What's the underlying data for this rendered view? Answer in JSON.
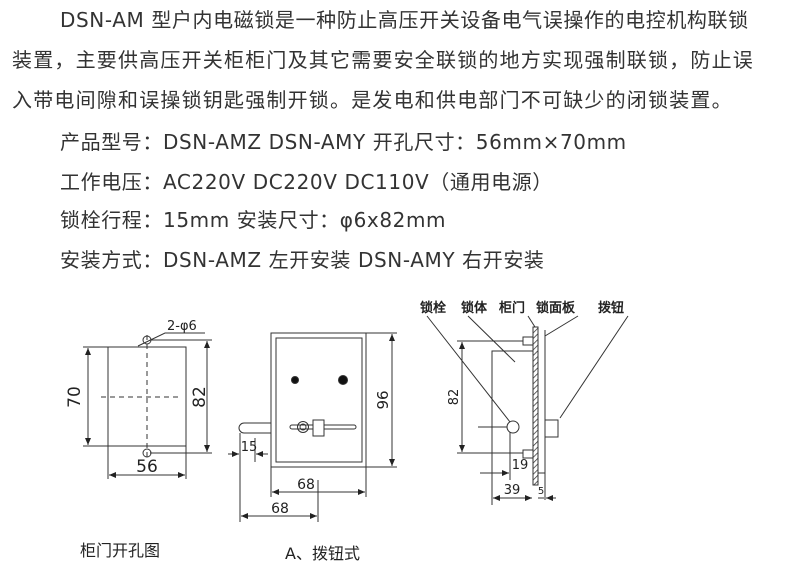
{
  "intro": {
    "lines": [
      "DSN-AM 型户内电磁锁是一种防止高压开关设备电气误操作的电控机构联锁",
      "装置，主要供高压开关柜柜门及其它需要安全联锁的地方实现强制联锁，防止误",
      "入带电间隙和误操锁钥匙强制开锁。是发电和供电部门不可缺少的闭锁装置。"
    ]
  },
  "specs": [
    "产品型号：DSN-AMZ DSN-AMY 开孔尺寸：56mm×70mm",
    "工作电压：AC220V DC220V DC110V（通用电源）",
    "锁栓行程：15mm  安装尺寸：φ6x82mm",
    "安装方式：DSN-AMZ 左开安装 DSN-AMY 右开安装"
  ],
  "figure_cutout": {
    "caption": "柜门开孔图",
    "hole_label": "2-φ6",
    "dim_height": "70",
    "dim_hole_spacing": "82",
    "dim_width": "56"
  },
  "figure_front": {
    "caption": "A、拨钮式",
    "dim_height": "96",
    "dim_pin": "15",
    "dim_width": "68",
    "dim_offset": "68"
  },
  "figure_side": {
    "labels": [
      "锁栓",
      "锁体",
      "柜门",
      "锁面板",
      "拨钮"
    ],
    "dim_hole_spacing": "82",
    "dim_bolt": "19",
    "dim_depth": "39",
    "dim_panel": "5"
  }
}
